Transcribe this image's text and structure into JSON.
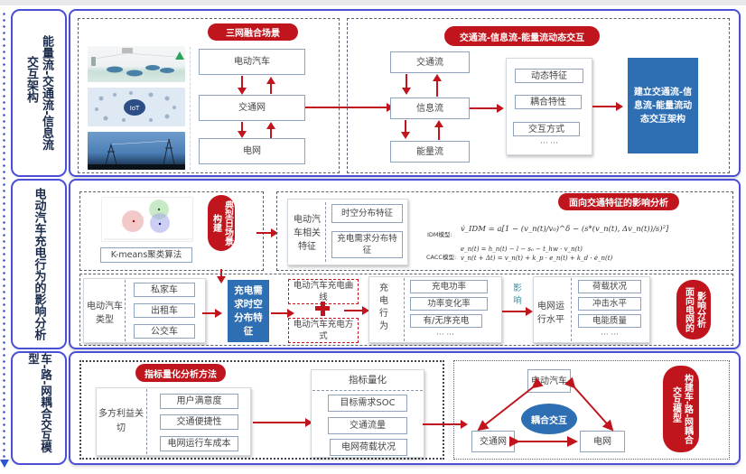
{
  "rows": [
    {
      "label_col1": "能量流-交通流-信息流",
      "label_col2": "交互架构",
      "scenario": {
        "title": "三网融合场景",
        "images": [
          "vehicle-road-scene",
          "iot-network-scene",
          "power-grid-scene"
        ],
        "iot_label": "IoT",
        "nodes": [
          "电动汽车",
          "交通网",
          "电网"
        ]
      },
      "interaction": {
        "title": "交通流-信息流-能量流动态交互",
        "flows": [
          "交通流",
          "信息流",
          "能量流"
        ],
        "features": [
          "动态特征",
          "耦合特性",
          "交互方式"
        ],
        "ellipsis": "··· ···",
        "result": "建立交通流-信息流-能量流动态交互架构"
      }
    },
    {
      "label": "电动汽车充电行为的影响分析",
      "scene_build": {
        "algorithm": "K-means聚类算法",
        "pill": "典型日场景构建",
        "pill_col1": "典型日场景",
        "pill_col2": "构建"
      },
      "traffic_analysis": {
        "title": "面向交通特征的影响分析",
        "ev_features_label": "电动汽车相关特征",
        "ev_features": [
          "时空分布特征",
          "充电需求分布特征"
        ],
        "idm_label": "IDM模型:",
        "idm_formula": "v̇_IDM = a[1 − (v_n(t)/v₀)^δ − (s*(v_n(t), Δv_n(t))/s)²]",
        "cacc_label": "CACC模型:",
        "cacc_formula_1": "e_n(t) = h_n(t) − l − s₀ − t_hw · v_n(t)",
        "cacc_formula_2": "v_n(t + Δt) = v_n(t) + k_p · e_n(t) + k_d · ė_n(t)"
      },
      "grid_analysis": {
        "ev_type_label": "电动汽车类型",
        "ev_types": [
          "私家车",
          "出租车",
          "公交车"
        ],
        "demand_box": "充电需求时空分布特征",
        "charge_curve": "电动汽车充电曲线",
        "charge_mode": "电动汽车充电方式",
        "behavior_label": "充电行为",
        "behaviors": [
          "充电功率",
          "功率变化率",
          "有/无序充电"
        ],
        "ellipsis": "··· ···",
        "influence": "影响",
        "grid_level_label": "电网运行水平",
        "grid_metrics": [
          "荷载状况",
          "冲击水平",
          "电能质量"
        ],
        "pill_col1": "面向电网的",
        "pill_col2": "影响分析"
      }
    },
    {
      "label": "车-路-网耦合交互模型",
      "method": {
        "title": "指标量化分析方法",
        "stakeholder_label": "多方利益关切",
        "items": [
          "用户满意度",
          "交通便捷性",
          "电网运行车成本"
        ]
      },
      "quantify": {
        "title": "指标量化",
        "items": [
          "目标需求SOC",
          "交通流量",
          "电网荷载状况"
        ]
      },
      "coupling": {
        "nodes": [
          "电动汽车",
          "交通网",
          "电网"
        ],
        "center": "耦合交互",
        "pill_col1": "构建车-路-网耦合",
        "pill_col2": "交互模型"
      }
    }
  ],
  "colors": {
    "accent_red": "#c0151d",
    "accent_blue": "#2e6fb4",
    "frame_blue": "#4b4fd6"
  }
}
